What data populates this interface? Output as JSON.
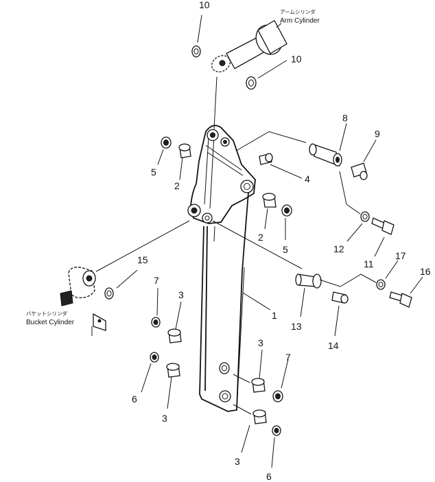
{
  "callouts": {
    "c1": "1",
    "c2a": "2",
    "c2b": "2",
    "c3a": "3",
    "c3b": "3",
    "c3c": "3",
    "c3d": "3",
    "c4": "4",
    "c5a": "5",
    "c5b": "5",
    "c6a": "6",
    "c6b": "6",
    "c7a": "7",
    "c7b": "7",
    "c8": "8",
    "c9": "9",
    "c10a": "10",
    "c10b": "10",
    "c11": "11",
    "c12": "12",
    "c13": "13",
    "c14": "14",
    "c15": "15",
    "c16": "16",
    "c17": "17"
  },
  "labels": {
    "arm_cylinder_jp": "アームシリンダ",
    "arm_cylinder": "Arm Cylinder",
    "bucket_cylinder_jp": "バケットシリンダ",
    "bucket_cylinder": "Bucket Cylinder"
  }
}
